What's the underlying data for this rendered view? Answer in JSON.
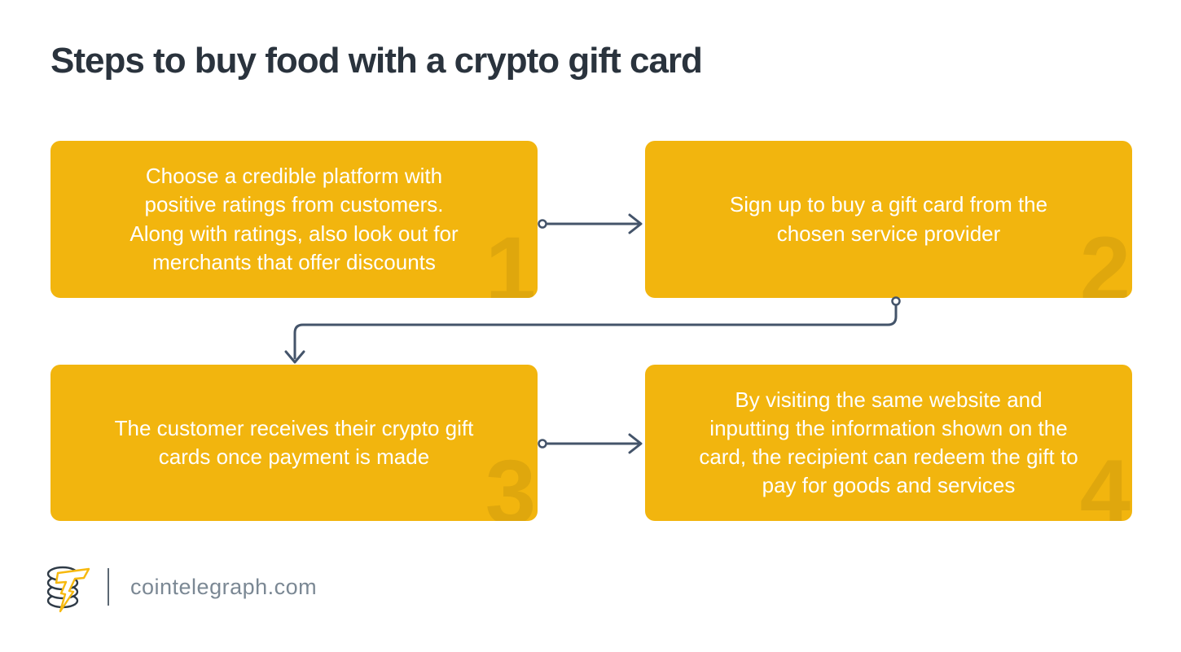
{
  "title": "Steps to buy food with a crypto gift card",
  "steps": [
    {
      "number": "1",
      "text": "Choose a credible platform with\npositive ratings from customers.\nAlong with ratings, also look out for\nmerchants that offer discounts"
    },
    {
      "number": "2",
      "text": "Sign up to buy a gift card from the\nchosen service provider"
    },
    {
      "number": "3",
      "text": "The customer receives their crypto gift\ncards once payment is made"
    },
    {
      "number": "4",
      "text": "By visiting the same website and\ninputting the information shown on the\ncard, the recipient can redeem the gift to\npay for goods and services"
    }
  ],
  "footer": {
    "brand": "cointelegraph.com"
  },
  "colors": {
    "card_background": "#F2B50E",
    "card_number_watermark": "#DFA70D",
    "card_text": "#FFFFFF",
    "connector": "#44546A",
    "title_text": "#2A333D",
    "brand_text": "#7B8894",
    "logo_bolt": "#F7B90F",
    "logo_coin_outline": "#2E3A46"
  }
}
